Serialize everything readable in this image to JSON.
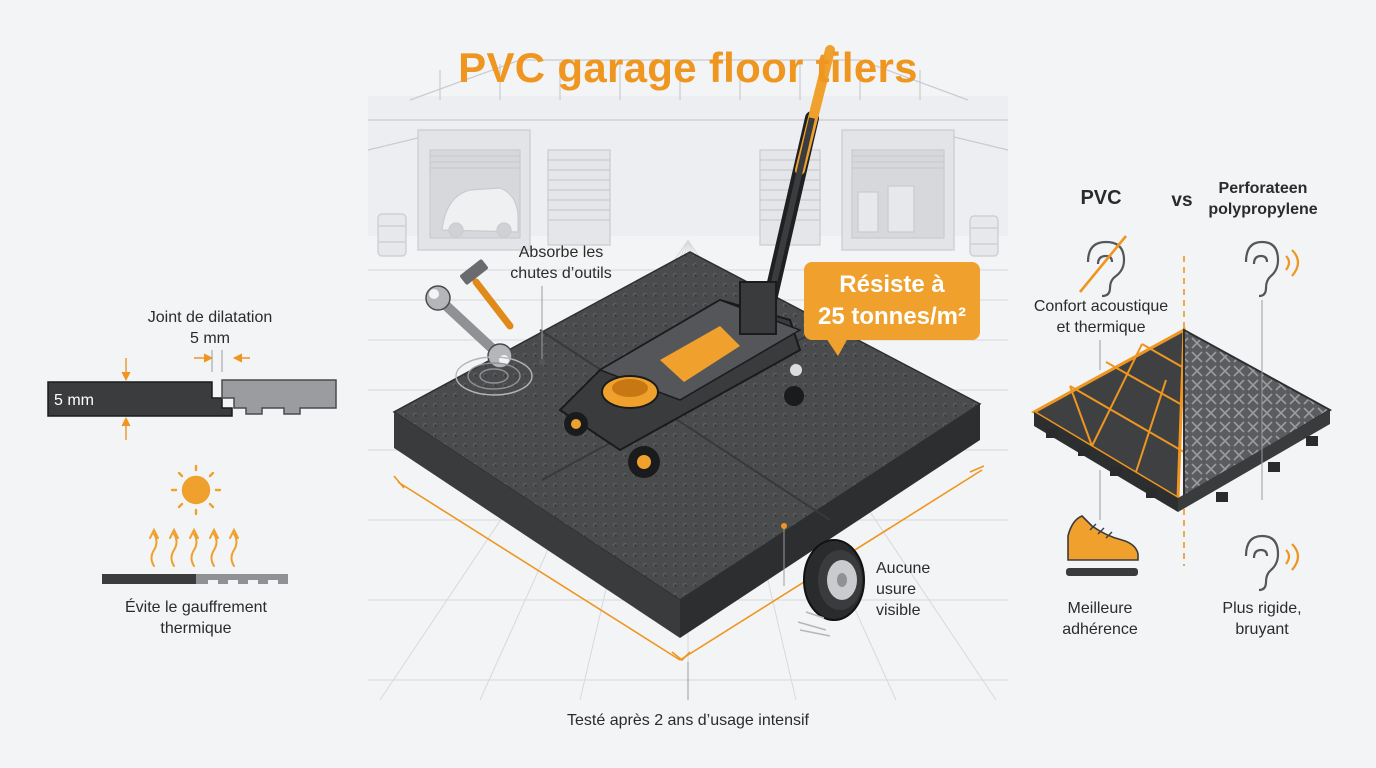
{
  "title": "PVC garage floor tilers",
  "badge": {
    "line1": "Résiste à",
    "line2": "25 tonnes/m²"
  },
  "center": {
    "tools_label_line1": "Absorbe les",
    "tools_label_line2": "chutes d’outils",
    "wear_label_line1": "Aucune",
    "wear_label_line2": "usure",
    "wear_label_line3": "visible",
    "tested_label": "Testé après 2 ans d’usage intensif"
  },
  "left": {
    "joint_title": "Joint de dilatation",
    "joint_gap": "5 mm",
    "thickness": "5 mm",
    "thermal_line1": "Évite le gauffrement",
    "thermal_line2": "thermique"
  },
  "right": {
    "col_pvc": "PVC",
    "vs": "vs",
    "col_other_line1": "Perforateen",
    "col_other_line2": "polypropylene",
    "acoustic_line1": "Confort acoustique",
    "acoustic_line2": "et thermique",
    "grip_line1": "Meilleure",
    "grip_line2": "adhérence",
    "rigid_line1": "Plus rigide,",
    "rigid_line2": "bruyant"
  },
  "colors": {
    "accent": "#ee9620",
    "tile": "#4a4b4d",
    "tile_dark": "#2f3032"
  },
  "icons": [
    "hammer-icon",
    "wrench-icon",
    "floor-jack-icon",
    "tire-icon",
    "sun-icon",
    "heat-waves-icon",
    "ear-crossed-icon",
    "ear-sound-icon",
    "shoe-icon"
  ]
}
